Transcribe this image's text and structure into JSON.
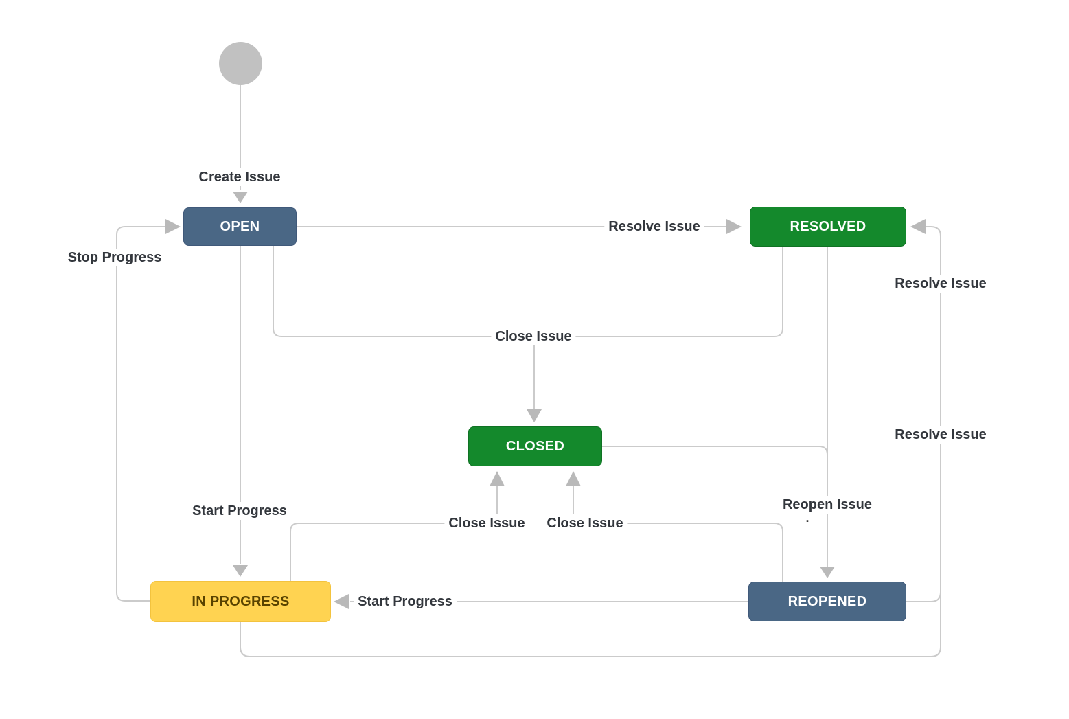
{
  "diagram": {
    "type": "workflow",
    "background": "#ffffff",
    "line_color": "#cbcbcb",
    "arrow_color": "#b9b9b9",
    "label_text_color": "#33373d",
    "nodes": {
      "start": {
        "shape": "circle",
        "color": "#c1c1c1"
      },
      "open": {
        "label": "OPEN",
        "color": "#4a6785",
        "text_color": "#ffffff"
      },
      "resolved": {
        "label": "RESOLVED",
        "color": "#14892c",
        "text_color": "#ffffff"
      },
      "closed": {
        "label": "CLOSED",
        "color": "#14892c",
        "text_color": "#ffffff"
      },
      "in_progress": {
        "label": "IN PROGRESS",
        "color": "#ffd351",
        "text_color": "#594300"
      },
      "reopened": {
        "label": "REOPENED",
        "color": "#4a6785",
        "text_color": "#ffffff"
      }
    },
    "transitions": {
      "create_issue": {
        "label": "Create Issue",
        "from": "start",
        "to": "open"
      },
      "resolve_issue_open": {
        "label": "Resolve Issue",
        "from": "open",
        "to": "resolved"
      },
      "close_issue_middle": {
        "label": "Close Issue",
        "from": "open, resolved",
        "to": "closed"
      },
      "start_progress_open": {
        "label": "Start Progress",
        "from": "open",
        "to": "in_progress"
      },
      "stop_progress": {
        "label": "Stop Progress",
        "from": "in_progress",
        "to": "open"
      },
      "close_issue_in_progress": {
        "label": "Close Issue",
        "from": "in_progress",
        "to": "closed"
      },
      "close_issue_reopened": {
        "label": "Close Issue",
        "from": "reopened",
        "to": "closed"
      },
      "reopen_issue": {
        "label": "Reopen Issue",
        "from": "resolved, closed",
        "to": "reopened"
      },
      "reopen_issue_overlap_dot": {
        "label": "."
      },
      "start_progress_reopened": {
        "label": "Start Progress",
        "from": "reopened",
        "to": "in_progress"
      },
      "resolve_issue_right_upper": {
        "label": "Resolve Issue",
        "from": "reopened",
        "to": "resolved"
      },
      "resolve_issue_right_lower": {
        "label": "Resolve Issue",
        "from": "in_progress",
        "to": "resolved"
      }
    }
  }
}
